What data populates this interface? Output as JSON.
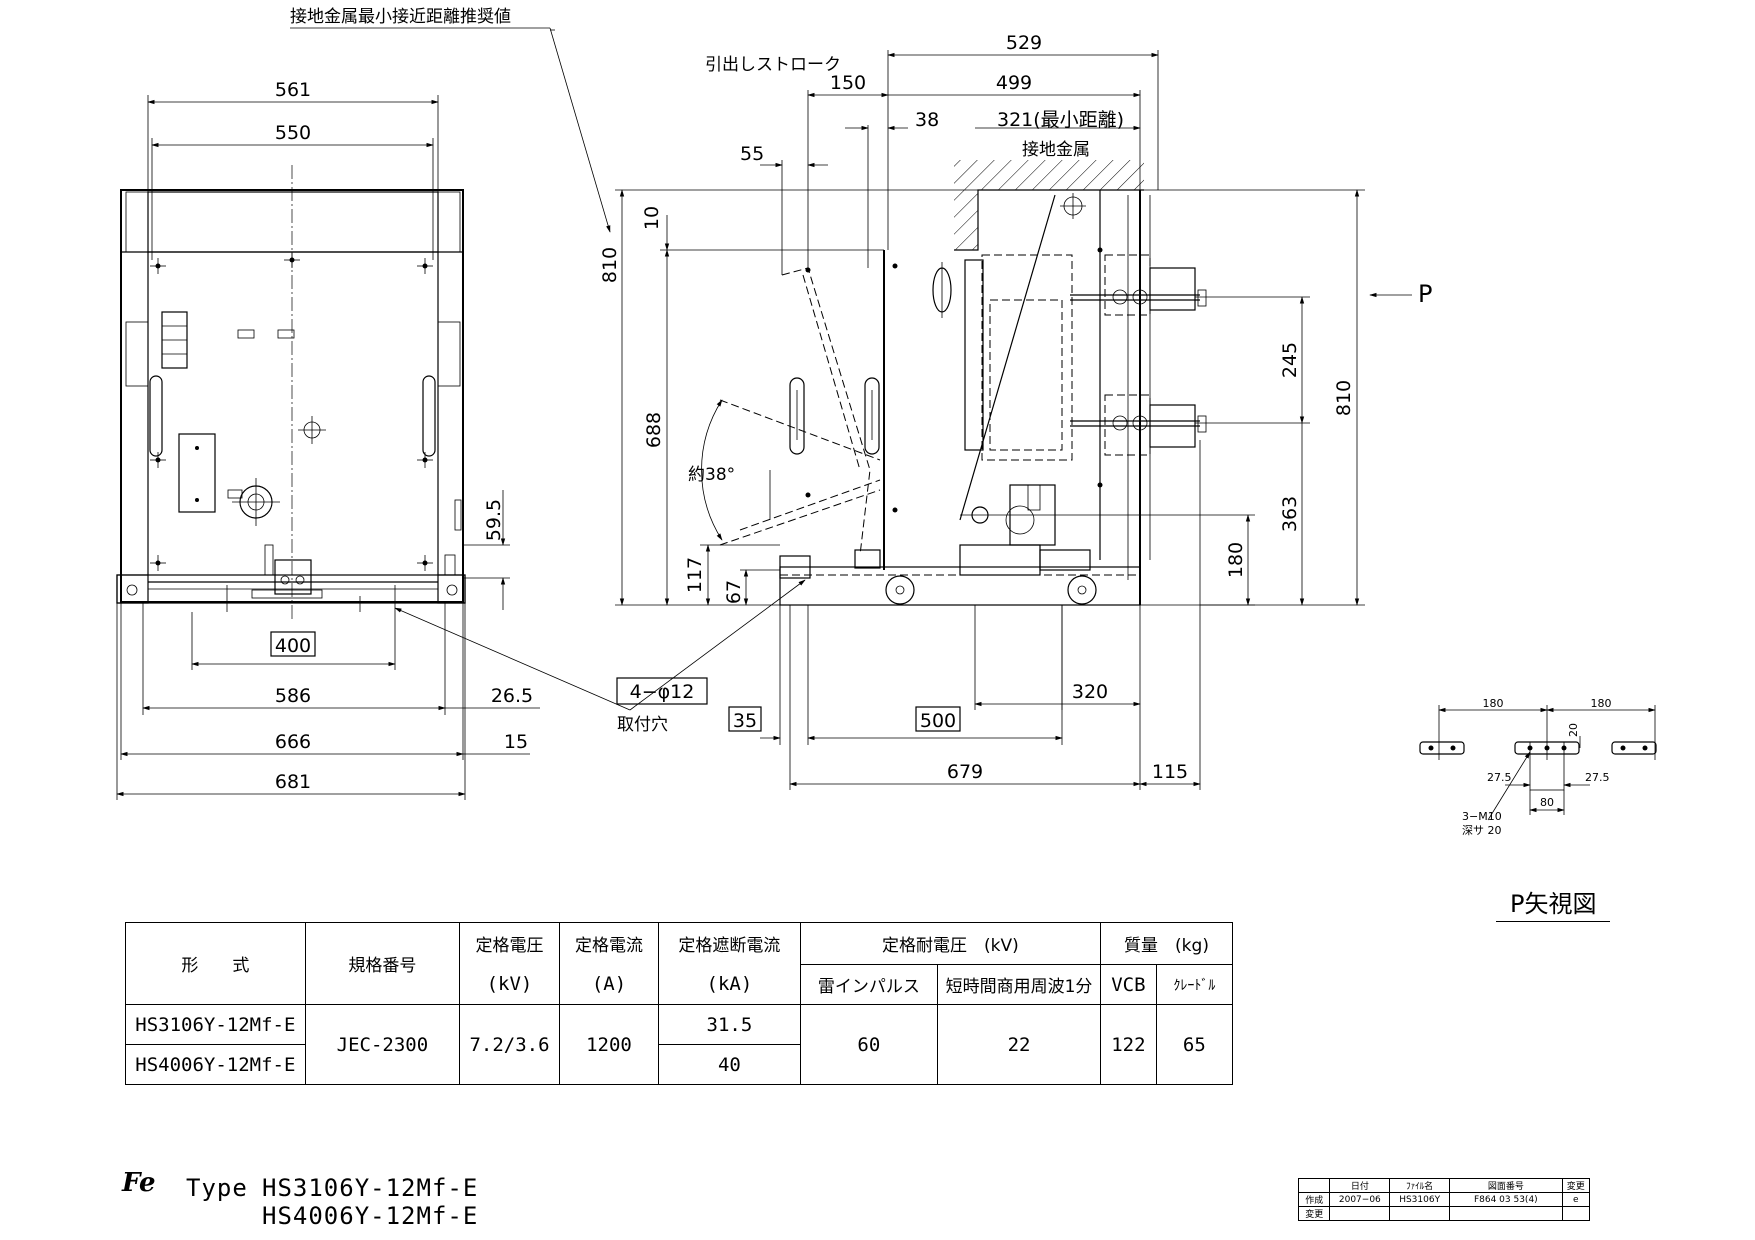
{
  "labels": {
    "ground_metal_min_recommended": "接地金属最小接近距離推奨値",
    "draw_stroke": "引出しストローク",
    "min_distance": "321(最小距離)",
    "ground_metal": "接地金属",
    "angle": "約38°",
    "mount_hole_spec": "4−φ12",
    "mount_hole": "取付穴",
    "arrow_p": "P",
    "m10": "3−M10",
    "depth": "深サ 20",
    "p_view": "P矢視図"
  },
  "front_dims": {
    "d561": "561",
    "d550": "550",
    "d400": "400",
    "d586": "586",
    "d266": "26.5",
    "d666": "666",
    "d15": "15",
    "d681": "681",
    "d595": "59.5"
  },
  "side_dims": {
    "d529": "529",
    "d150": "150",
    "d499": "499",
    "d38": "38",
    "d55": "55",
    "d810a": "810",
    "d10": "10",
    "d688": "688",
    "d117": "117",
    "d67": "67",
    "d35": "35",
    "d500": "500",
    "d320": "320",
    "d679": "679",
    "d115": "115",
    "d180": "180",
    "d245": "245",
    "d363": "363",
    "d810b": "810"
  },
  "pview_dims": {
    "d180a": "180",
    "d180b": "180",
    "d20": "20",
    "d275a": "27.5",
    "d80": "80",
    "d275b": "27.5"
  },
  "spec_table": {
    "h_type": "形　　式",
    "h_std": "規格番号",
    "h_volt": "定格電圧",
    "h_volt_u": "(kV)",
    "h_curr": "定格電流",
    "h_curr_u": "(A)",
    "h_break": "定格遮断電流",
    "h_break_u": "(kA)",
    "h_withstand": "定格耐電圧　(kV)",
    "h_lightning": "雷インパルス",
    "h_short": "短時間商用周波1分",
    "h_mass": "質量　(kg)",
    "h_vcb": "VCB",
    "h_cradle": "ｸﾚｰﾄﾞﾙ",
    "r1_type": "HS3106Y-12Mf-E",
    "r2_type": "HS4006Y-12Mf-E",
    "std": "JEC-2300",
    "volt": "7.2/3.6",
    "curr": "1200",
    "r1_break": "31.5",
    "r2_break": "40",
    "lightning": "60",
    "short": "22",
    "vcb": "122",
    "cradle": "65"
  },
  "footer": {
    "logo": "Fe",
    "type_label": "Type",
    "model1": "HS3106Y-12Mf-E",
    "model2": "HS4006Y-12Mf-E"
  },
  "title_block": {
    "h_date": "日付",
    "h_file": "ﾌｧｲﾙ名",
    "h_dwg": "図面番号",
    "h_rev": "変更",
    "r_made": "作成",
    "date": "2007−06",
    "file": "HS3106Y",
    "dwg": "F864 03 53(4)",
    "rev": "e",
    "r_changed": "変更"
  }
}
